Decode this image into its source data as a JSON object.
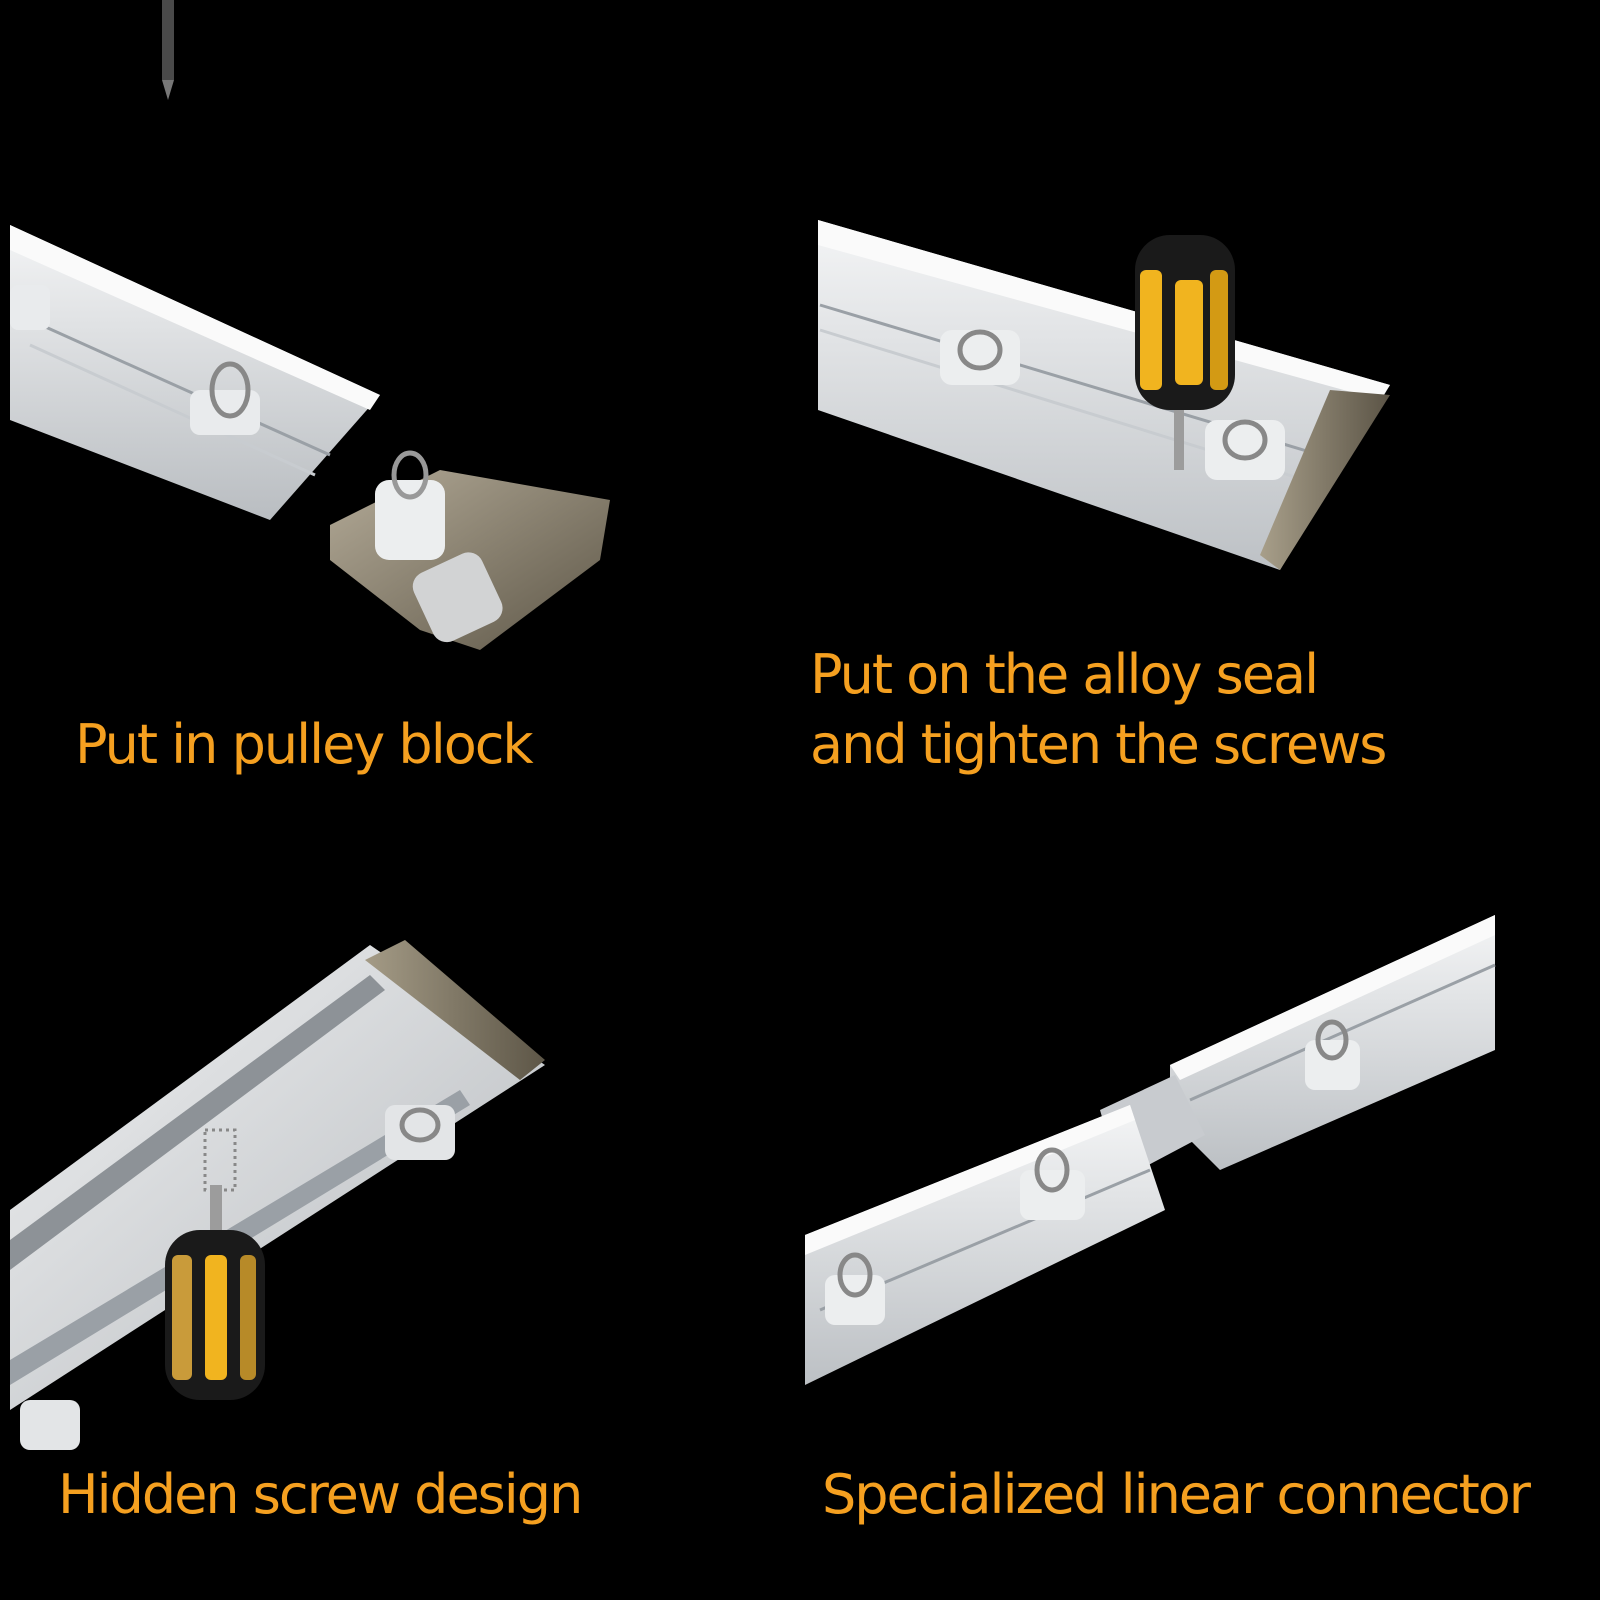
{
  "colors": {
    "background": "#000000",
    "caption_text": "#f5a020",
    "rail_aluminum": "#e6e8ea",
    "alloy_seal": "#8e8574",
    "screwdriver_yellow": "#f1b41f",
    "screwdriver_black": "#1a1a1a"
  },
  "panels": [
    {
      "icon": "pulley-block-rail-illustration",
      "caption_lines": [
        "Put in pulley block"
      ]
    },
    {
      "icon": "alloy-seal-screwdriver-illustration",
      "caption_lines": [
        "Put on the alloy seal",
        "and tighten the screws"
      ]
    },
    {
      "icon": "hidden-screw-illustration",
      "caption_lines": [
        "Hidden screw design"
      ]
    },
    {
      "icon": "linear-connector-illustration",
      "caption_lines": [
        "Specialized linear connector"
      ]
    }
  ]
}
